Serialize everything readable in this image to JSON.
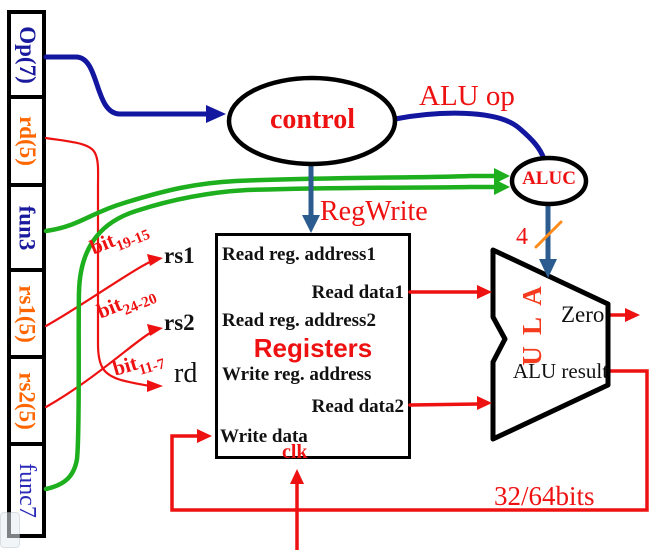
{
  "colors": {
    "navy": "#1317a0",
    "steel": "#2c5c8f",
    "green": "#1daf1d",
    "red": "#ee1111",
    "orange": "#ff8c1a",
    "lblblue": "#1a1a9e",
    "lblblue2": "#2a2ab8",
    "lblorange": "#ff6600",
    "black": "#111111",
    "alutext": "#f43b1e"
  },
  "fields": [
    {
      "label": "Op(7)"
    },
    {
      "label": "rd(5)"
    },
    {
      "label": "fun3"
    },
    {
      "label": "rs1(5)"
    },
    {
      "label": "rs2(5)"
    },
    {
      "label": "func7"
    }
  ],
  "control": {
    "label": "control"
  },
  "aluc": {
    "label": "ALUC",
    "width_label": "4"
  },
  "signals": {
    "alu_op": "ALU op",
    "reg_write": "RegWrite",
    "bus_width": "32/64bits"
  },
  "bits": [
    {
      "base": "bit",
      "sub": "19-15",
      "target": "rs1"
    },
    {
      "base": "bit",
      "sub": "24-20",
      "target": "rs2"
    },
    {
      "base": "bit",
      "sub": "11-7",
      "target": "rd"
    }
  ],
  "registers": {
    "title": "Registers",
    "clk": "clk",
    "ports": {
      "read_addr1": "Read reg. address1",
      "read_data1": "Read data1",
      "read_addr2": "Read reg. address2",
      "write_addr": "Write reg. address",
      "read_data2": "Read data2",
      "write_data": "Write data"
    }
  },
  "alu": {
    "letters": [
      "A",
      "L",
      "U"
    ],
    "zero": "Zero",
    "result": "ALU result"
  }
}
